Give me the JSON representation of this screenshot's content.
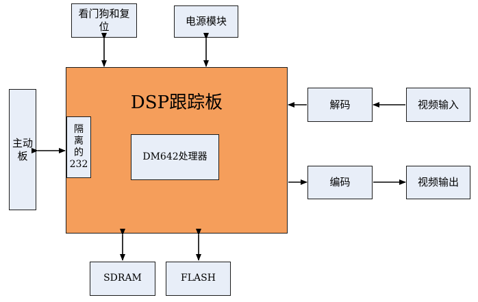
{
  "diagram": {
    "main_board_title": "DSP跟踪板",
    "watchdog_line1": "看门狗和复",
    "watchdog_line2": "位",
    "power": "电源模块",
    "main_control_line1": "主动",
    "main_control_line2": "板",
    "isolated_line1": "隔",
    "isolated_line2": "离",
    "isolated_line3": "的",
    "isolated_line4": "232",
    "processor": "DM642处理器",
    "decode": "解码",
    "encode": "编码",
    "video_input": "视频输入",
    "video_output": "视频输出",
    "sdram": "SDRAM",
    "flash": "FLASH"
  }
}
